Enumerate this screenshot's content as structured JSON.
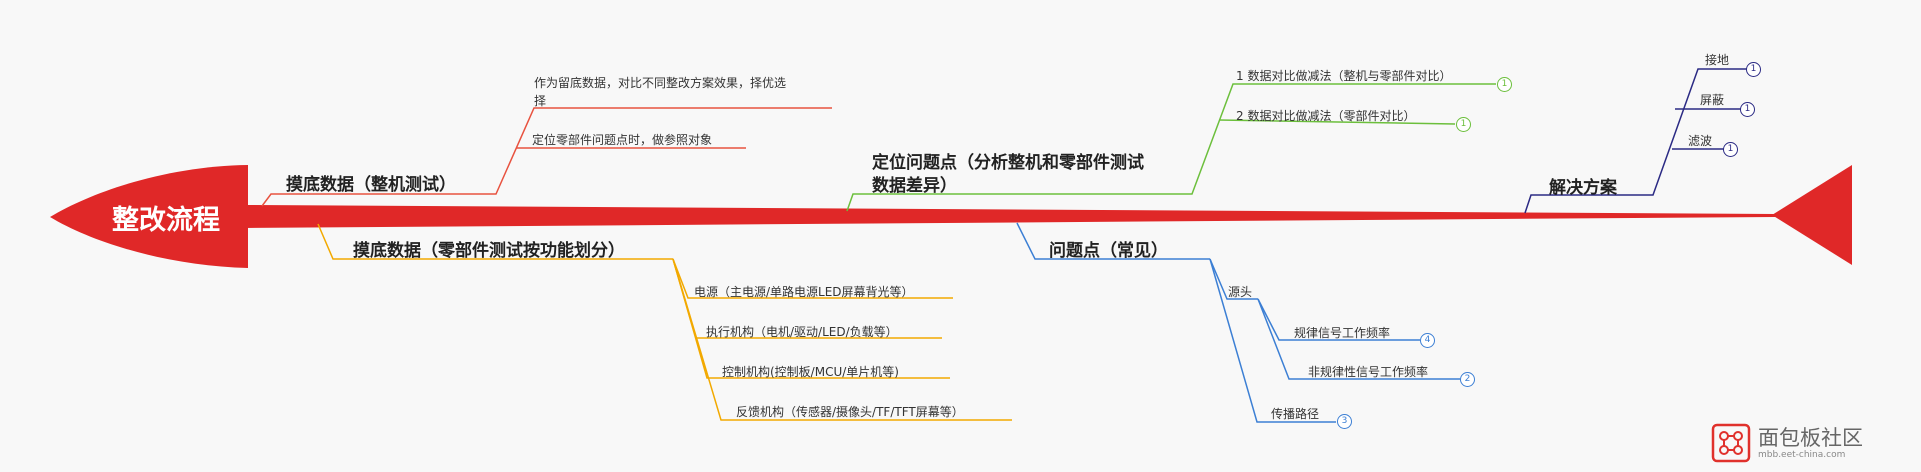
{
  "root": {
    "title": "整改流程"
  },
  "branches": [
    {
      "id": "baseline-whole",
      "label": "摸底数据（整机测试）",
      "color": "#e8523f",
      "children": [
        {
          "label_lines": [
            "作为留底数据，对比不同整改方案效果，择优选",
            "择"
          ]
        },
        {
          "label": "定位零部件问题点时，做参照对象"
        }
      ]
    },
    {
      "id": "baseline-parts",
      "label": "摸底数据（零部件测试按功能划分）",
      "color": "#f2a900",
      "children": [
        {
          "label": "电源（主电源/单路电源LED屏幕背光等）"
        },
        {
          "label": "执行机构（电机/驱动/LED/负载等）"
        },
        {
          "label": "控制机构(控制板/MCU/单片机等)"
        },
        {
          "label": "反馈机构（传感器/摄像头/TF/TFT屏幕等）"
        }
      ]
    },
    {
      "id": "locate",
      "label_lines": [
        "定位问题点（分析整机和零部件测试",
        "数据差异）"
      ],
      "color": "#6cbf3c",
      "children": [
        {
          "label": "1 数据对比做减法（整机与零部件对比）",
          "badge": "1"
        },
        {
          "label": "2 数据对比做减法（零部件对比）",
          "badge": "1"
        }
      ]
    },
    {
      "id": "problems",
      "label": "问题点（常见）",
      "color": "#3c7fd4",
      "children": [
        {
          "label": "源头",
          "children": [
            {
              "label": "规律信号工作频率",
              "badge": "4"
            },
            {
              "label": "非规律性信号工作频率",
              "badge": "2"
            }
          ]
        },
        {
          "label": "传播路径",
          "badge": "3"
        }
      ]
    },
    {
      "id": "solution",
      "label": "解决方案",
      "color": "#2b2a84",
      "children": [
        {
          "label": "接地",
          "badge": "1"
        },
        {
          "label": "屏蔽",
          "badge": "1"
        },
        {
          "label": "滤波",
          "badge": "1"
        }
      ]
    }
  ],
  "watermark": {
    "name": "面包板社区",
    "url": "mbb.eet-china.com"
  },
  "colors": {
    "spine": "#e02828"
  }
}
